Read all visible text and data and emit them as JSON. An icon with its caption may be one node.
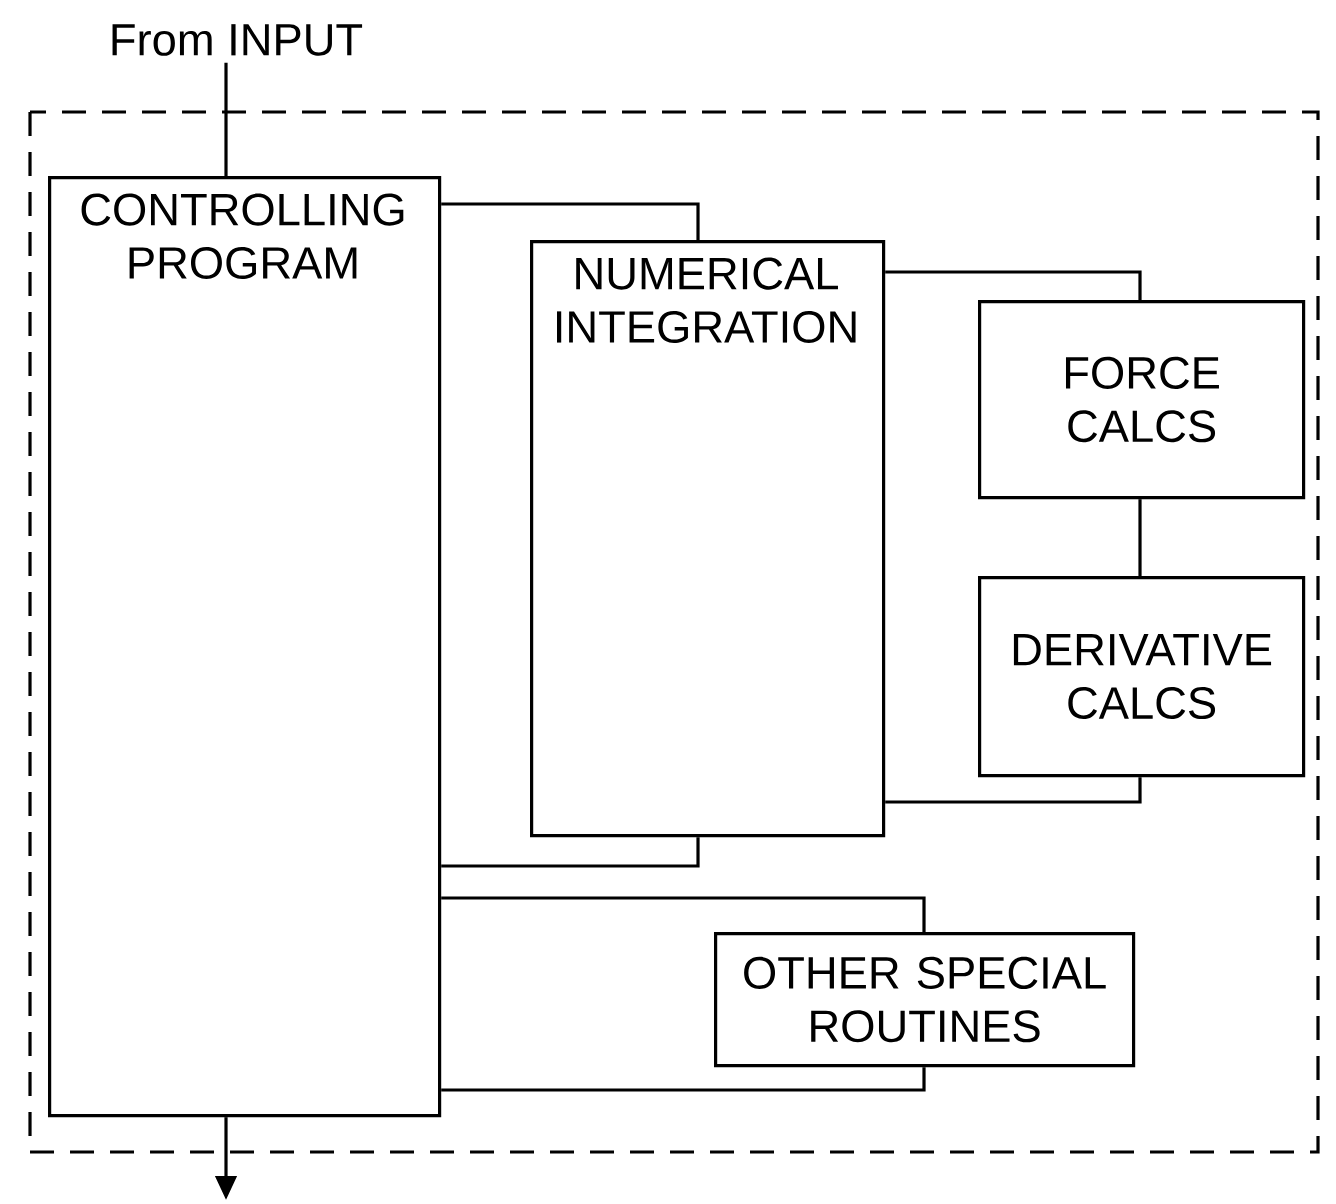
{
  "diagram": {
    "nodes": [
      {
        "text": [
          "From INPUT"
        ]
      },
      {
        "text": [
          "CONTROLLING PROGRAM"
        ]
      },
      {
        "text": [
          "NUMERICAL INTEGRATION"
        ]
      },
      {
        "text": [
          "FORCE CALCS"
        ]
      },
      {
        "text": [
          "DERIVATIVE CALCS"
        ]
      },
      {
        "text": [
          "OTHER SPECIAL ROUTINES"
        ]
      }
    ],
    "edges": [
      {
        "from": 0,
        "to": 1,
        "arrow": "none"
      },
      {
        "from": 1,
        "to": 2,
        "arrow": "none"
      },
      {
        "from": 2,
        "to": 1,
        "arrow": "none"
      },
      {
        "from": 2,
        "to": 3,
        "arrow": "none"
      },
      {
        "from": 3,
        "to": 4,
        "arrow": "none"
      },
      {
        "from": 4,
        "to": 2,
        "arrow": "none"
      },
      {
        "from": 1,
        "to": 5,
        "arrow": "none"
      },
      {
        "from": 5,
        "to": 1,
        "arrow": "none"
      },
      {
        "from": 1,
        "to": null,
        "arrow": "to"
      }
    ]
  }
}
